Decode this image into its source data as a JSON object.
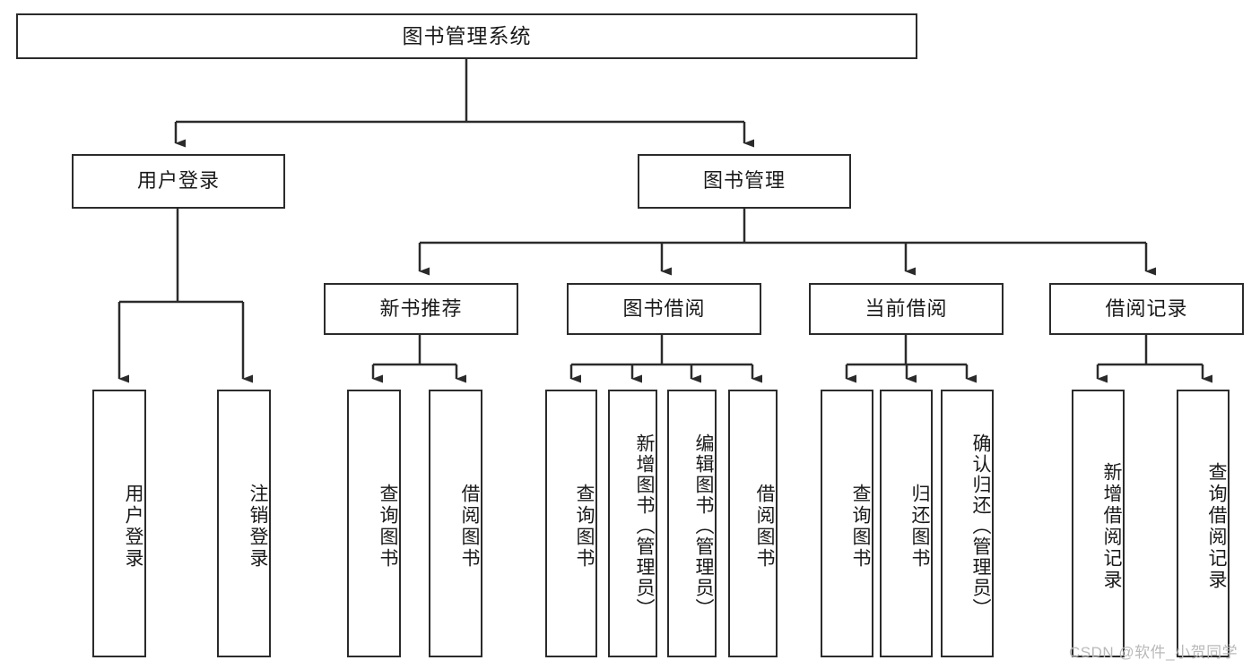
{
  "diagram": {
    "title": "图书管理系统",
    "type": "tree-hierarchy",
    "root": {
      "label": "图书管理系统"
    },
    "level1": [
      {
        "label": "用户登录"
      },
      {
        "label": "图书管理"
      }
    ],
    "level2": [
      {
        "label": "新书推荐"
      },
      {
        "label": "图书借阅"
      },
      {
        "label": "当前借阅"
      },
      {
        "label": "借阅记录"
      }
    ],
    "leaves": [
      {
        "label": "用户登录"
      },
      {
        "label": "注销登录"
      },
      {
        "label": "查询图书"
      },
      {
        "label": "借阅图书"
      },
      {
        "label": "查询图书"
      },
      {
        "label": "新增图书（管理员）"
      },
      {
        "label": "编辑图书（管理员）"
      },
      {
        "label": "借阅图书"
      },
      {
        "label": "查询图书"
      },
      {
        "label": "归还图书"
      },
      {
        "label": "确认归还（管理员）"
      },
      {
        "label": "新增借阅记录"
      },
      {
        "label": "查询借阅记录"
      }
    ]
  },
  "watermark": {
    "text": "CSDN @软件_小贺同学"
  },
  "colors": {
    "stroke": "#2b2b2b",
    "background": "#ffffff",
    "text": "#1a1a1a",
    "watermark": "#b9b9b9"
  }
}
